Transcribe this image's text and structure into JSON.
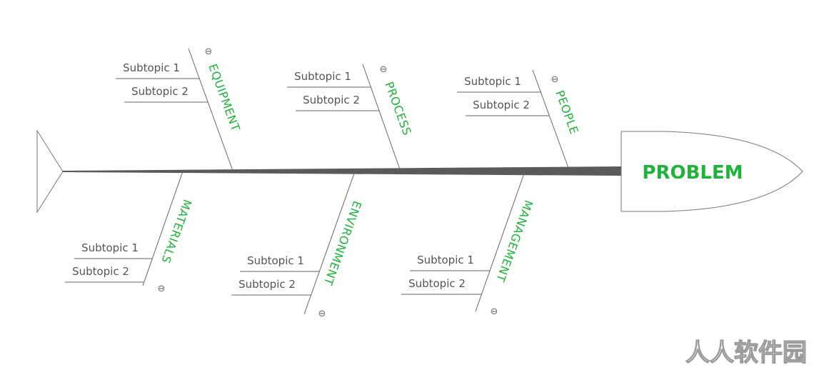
{
  "diagram": {
    "type": "fishbone",
    "head": {
      "label": "PROBLEM"
    },
    "collapse_symbol": "⊖",
    "accent_color": "#1fb33c",
    "spine_color": "#555555",
    "line_color": "#666666",
    "categories": [
      {
        "id": "equipment",
        "label": "EQUIPMENT",
        "side": "top",
        "subtopics": [
          "Subtopic 1",
          "Subtopic 2"
        ]
      },
      {
        "id": "process",
        "label": "PROCESS",
        "side": "top",
        "subtopics": [
          "Subtopic 1",
          "Subtopic 2"
        ]
      },
      {
        "id": "people",
        "label": "PEOPLE",
        "side": "top",
        "subtopics": [
          "Subtopic 1",
          "Subtopic 2"
        ]
      },
      {
        "id": "materials",
        "label": "MATERIALS",
        "side": "bottom",
        "subtopics": [
          "Subtopic 1",
          "Subtopic 2"
        ]
      },
      {
        "id": "environment",
        "label": "ENVIRONMENT",
        "side": "bottom",
        "subtopics": [
          "Subtopic 1",
          "Subtopic 2"
        ]
      },
      {
        "id": "management",
        "label": "MANAGEMENT",
        "side": "bottom",
        "subtopics": [
          "Subtopic 1",
          "Subtopic 2"
        ]
      }
    ]
  },
  "watermark": {
    "text": "人人软件园"
  }
}
